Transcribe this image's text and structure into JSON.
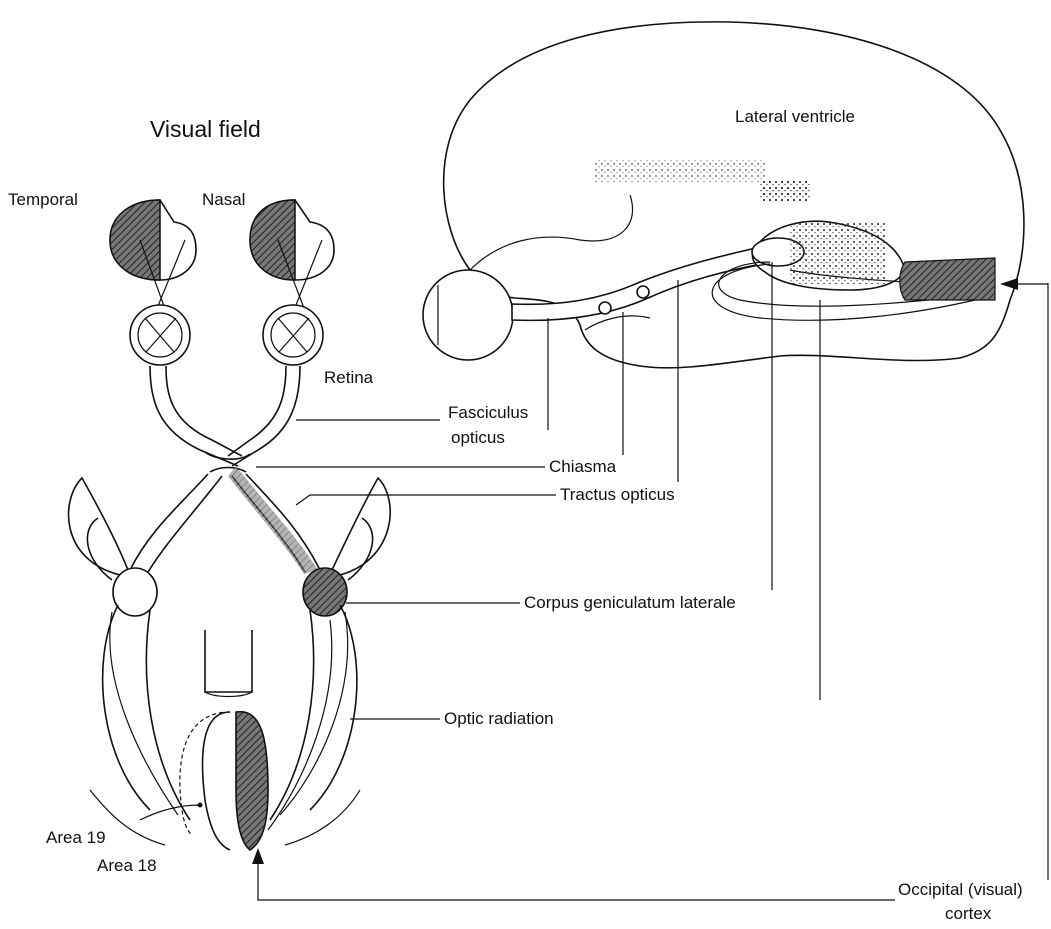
{
  "visual_field": {
    "title": "Visual field",
    "temporal": "Temporal",
    "nasal": "Nasal"
  },
  "labels": {
    "lateral_ventricle": "Lateral ventricle",
    "retina": "Retina",
    "fasciculus_line1": "Fasciculus",
    "fasciculus_line2": "opticus",
    "chiasma": "Chiasma",
    "tractus_opticus": "Tractus opticus",
    "corpus_geniculatum": "Corpus geniculatum laterale",
    "optic_radiation": "Optic radiation",
    "area_19": "Area 19",
    "area_18": "Area 18",
    "occipital_line1": "Occipital (visual)",
    "occipital_line2": "cortex"
  }
}
